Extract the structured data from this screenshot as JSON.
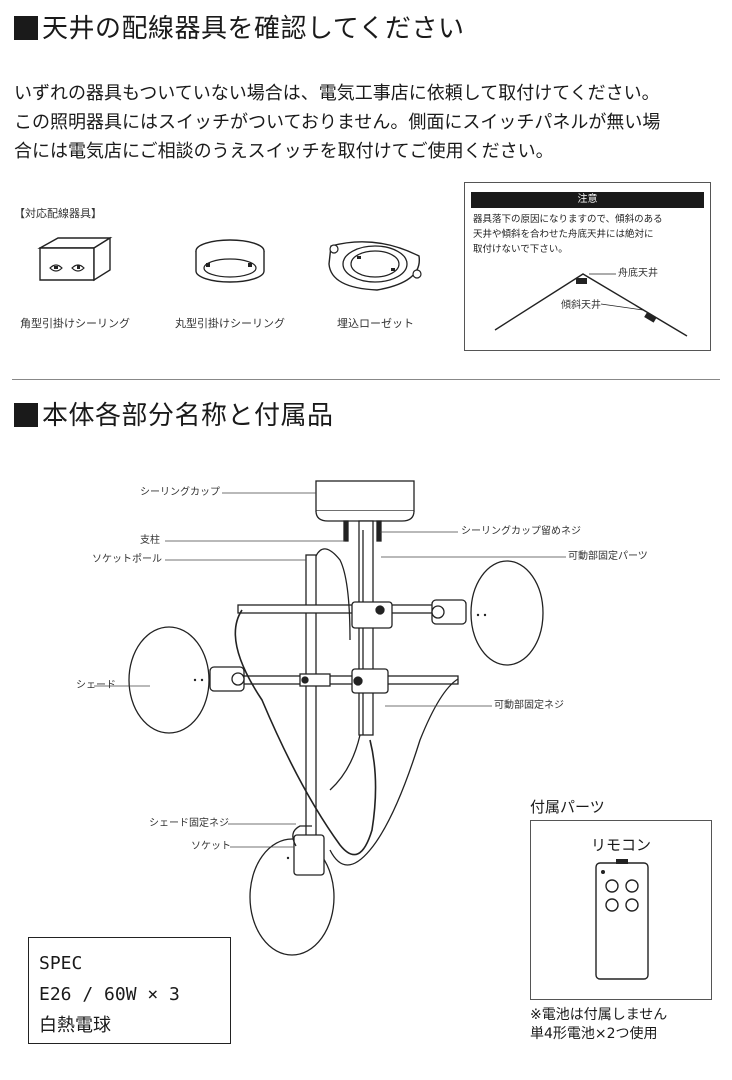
{
  "section1": {
    "title": "天井の配線器具を確認してください",
    "paragraph": [
      "いずれの器具もついていない場合は、電気工事店に依頼して取付けてください。",
      "この照明器具にはスイッチがついておりません。側面にスイッチパネルが無い場",
      "合には電気店にご相談のうえスイッチを取付けてご使用ください。"
    ],
    "fixtures_heading": "【対応配線器具】",
    "fixtures": [
      {
        "label": "角型引掛けシーリング",
        "icon": "square-ceiling-socket-icon"
      },
      {
        "label": "丸型引掛けシーリング",
        "icon": "round-ceiling-socket-icon"
      },
      {
        "label": "埋込ローゼット",
        "icon": "embedded-rosette-icon"
      }
    ],
    "caution": {
      "header": "注意",
      "lines": [
        "器具落下の原因になりますので、傾斜のある",
        "天井や傾斜を合わせた舟底天井には絶対に",
        "取付けないで下さい。"
      ],
      "label_boat": "舟底天井",
      "label_slope": "傾斜天井"
    }
  },
  "section2": {
    "title": "本体各部分名称と付属品",
    "labels": {
      "ceiling_cup": "シーリングカップ",
      "ceiling_cup_screw": "シーリングカップ留めネジ",
      "support": "支柱",
      "socket_pole": "ソケットポール",
      "movable_fixing_part": "可動部固定パーツ",
      "shade": "シェード",
      "movable_fixing_screw": "可動部固定ネジ",
      "shade_fixing_screw": "シェード固定ネジ",
      "socket": "ソケット"
    },
    "spec": {
      "title": "SPEC",
      "line1": "E26 / 60W × 3",
      "line2": "白熱電球"
    },
    "accessories": {
      "title": "付属パーツ",
      "item": "リモコン",
      "note1": "※電池は付属しません",
      "note2": "単4形電池×2つ使用"
    }
  }
}
